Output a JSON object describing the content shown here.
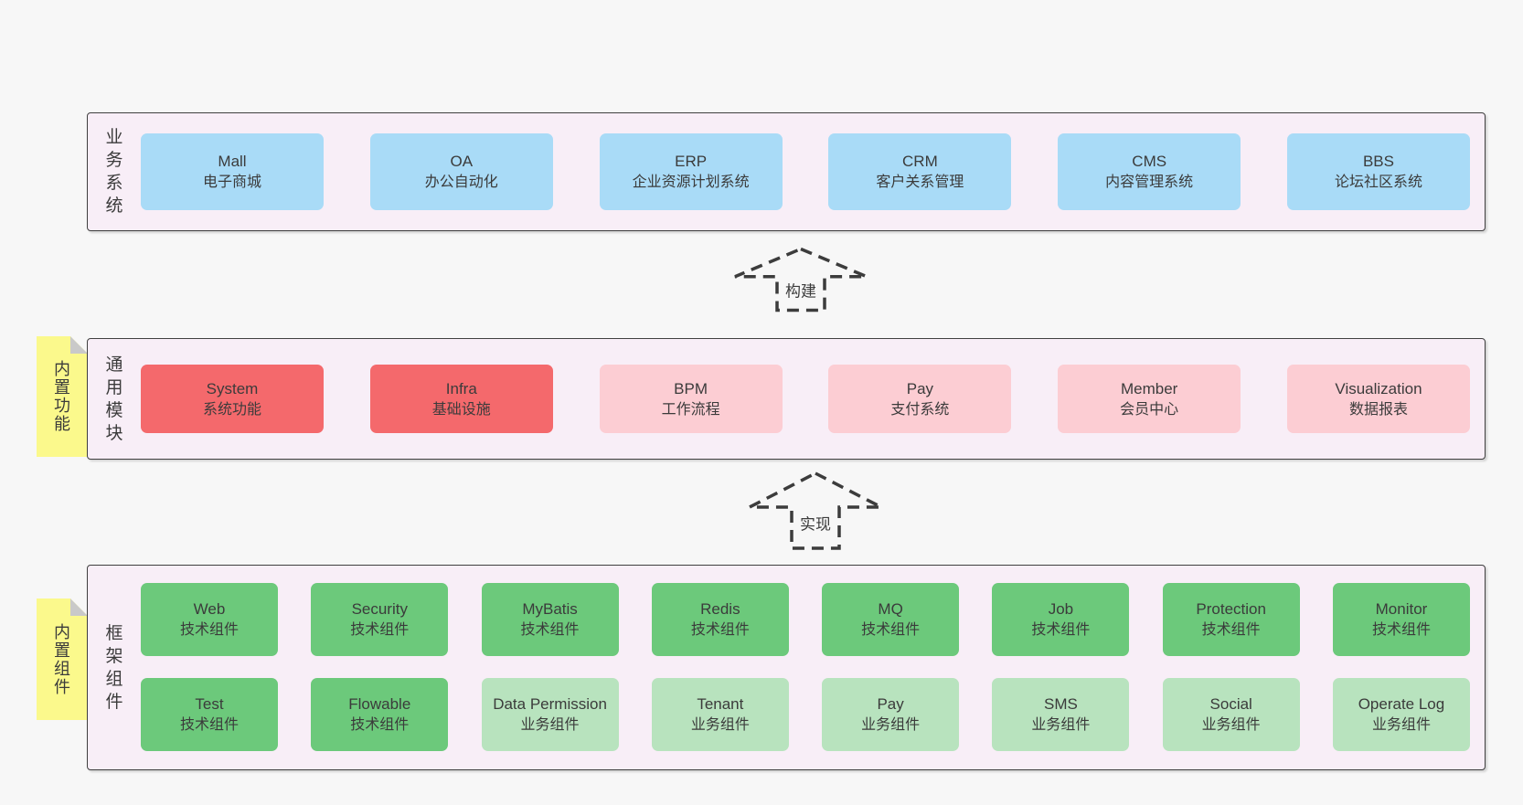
{
  "page": {
    "background": "#f7f7f7"
  },
  "colors": {
    "container_fill": "#f8eef7",
    "container_border": "#3f3f3f",
    "blue": "#a9dbf7",
    "red": "#f4696c",
    "pink": "#fccdd3",
    "green_dark": "#6cc97b",
    "green_light": "#b8e3be",
    "note_yellow": "#fbf98c",
    "note_fold": "#c9c9c9",
    "text": "#3b3b3b",
    "arrow_stroke": "#3c3c3c"
  },
  "layers": {
    "business": {
      "side_label": "业务系统",
      "boxes": [
        {
          "name": "Mall",
          "desc": "电子商城",
          "variant": "blue"
        },
        {
          "name": "OA",
          "desc": "办公自动化",
          "variant": "blue"
        },
        {
          "name": "ERP",
          "desc": "企业资源计划系统",
          "variant": "blue"
        },
        {
          "name": "CRM",
          "desc": "客户关系管理",
          "variant": "blue"
        },
        {
          "name": "CMS",
          "desc": "内容管理系统",
          "variant": "blue"
        },
        {
          "name": "BBS",
          "desc": "论坛社区系统",
          "variant": "blue"
        }
      ]
    },
    "modules": {
      "note": "内置功能",
      "side_label": "通用模块",
      "boxes": [
        {
          "name": "System",
          "desc": "系统功能",
          "variant": "red"
        },
        {
          "name": "Infra",
          "desc": "基础设施",
          "variant": "red"
        },
        {
          "name": "BPM",
          "desc": "工作流程",
          "variant": "pink"
        },
        {
          "name": "Pay",
          "desc": "支付系统",
          "variant": "pink"
        },
        {
          "name": "Member",
          "desc": "会员中心",
          "variant": "pink"
        },
        {
          "name": "Visualization",
          "desc": "数据报表",
          "variant": "pink"
        }
      ]
    },
    "components": {
      "note": "内置组件",
      "side_label": "框架组件",
      "row1": [
        {
          "name": "Web",
          "desc": "技术组件",
          "variant": "green-dark"
        },
        {
          "name": "Security",
          "desc": "技术组件",
          "variant": "green-dark"
        },
        {
          "name": "MyBatis",
          "desc": "技术组件",
          "variant": "green-dark"
        },
        {
          "name": "Redis",
          "desc": "技术组件",
          "variant": "green-dark"
        },
        {
          "name": "MQ",
          "desc": "技术组件",
          "variant": "green-dark"
        },
        {
          "name": "Job",
          "desc": "技术组件",
          "variant": "green-dark"
        },
        {
          "name": "Protection",
          "desc": "技术组件",
          "variant": "green-dark"
        },
        {
          "name": "Monitor",
          "desc": "技术组件",
          "variant": "green-dark"
        }
      ],
      "row2": [
        {
          "name": "Test",
          "desc": "技术组件",
          "variant": "green-dark"
        },
        {
          "name": "Flowable",
          "desc": "技术组件",
          "variant": "green-dark"
        },
        {
          "name": "Data Permission",
          "desc": "业务组件",
          "variant": "green-light"
        },
        {
          "name": "Tenant",
          "desc": "业务组件",
          "variant": "green-light"
        },
        {
          "name": "Pay",
          "desc": "业务组件",
          "variant": "green-light"
        },
        {
          "name": "SMS",
          "desc": "业务组件",
          "variant": "green-light"
        },
        {
          "name": "Social",
          "desc": "业务组件",
          "variant": "green-light"
        },
        {
          "name": "Operate Log",
          "desc": "业务组件",
          "variant": "green-light"
        }
      ]
    }
  },
  "arrows": [
    {
      "label": "构建"
    },
    {
      "label": "实现"
    }
  ]
}
